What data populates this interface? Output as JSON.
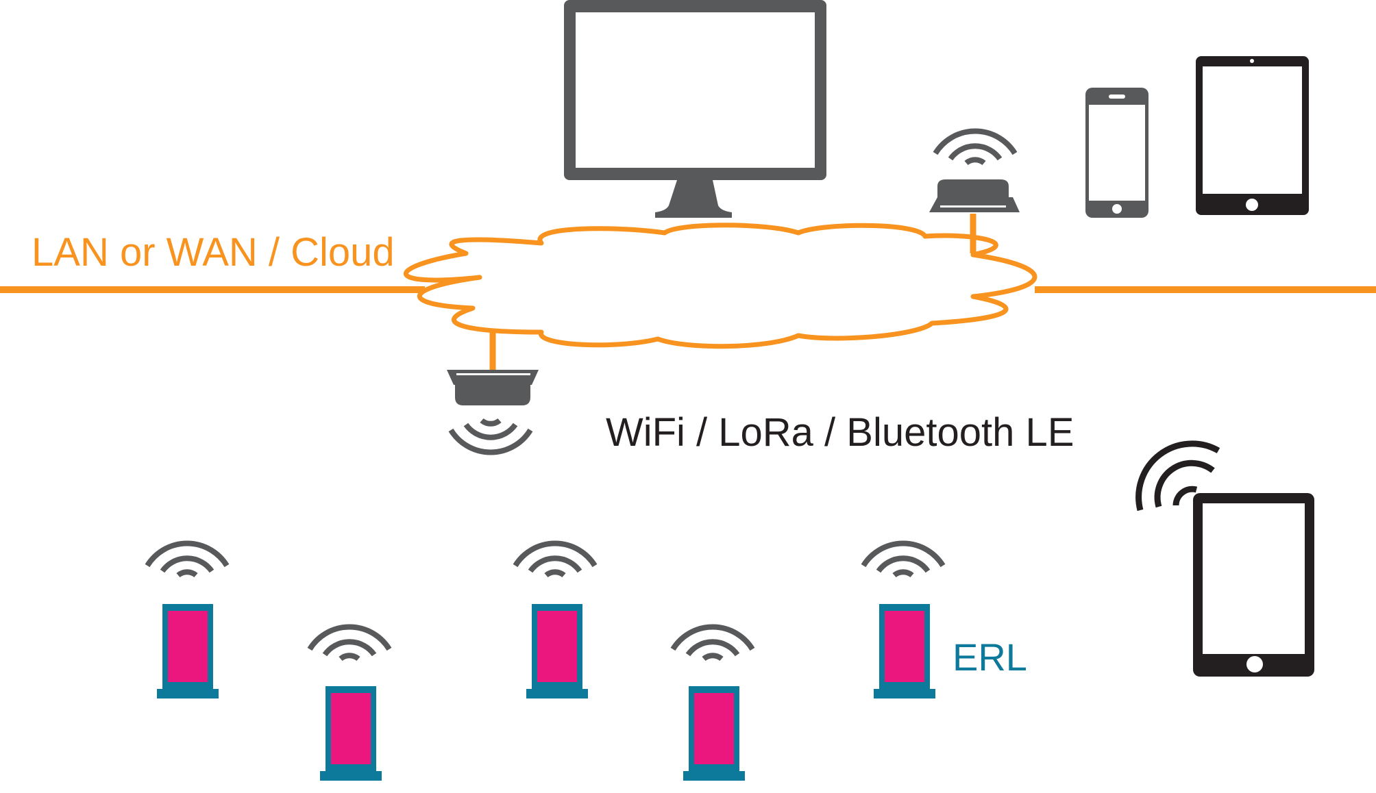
{
  "labels": {
    "network": "LAN or WAN / Cloud",
    "wireless": "WiFi / LoRa / Bluetooth LE",
    "device": "ERL"
  },
  "colors": {
    "network": "#F7931E",
    "device_dark": "#58595B",
    "device_black": "#231F20",
    "erl_frame": "#0E7A9B",
    "erl_screen": "#EC167F",
    "erl_label": "#0E7A9B"
  },
  "icons": [
    "monitor-icon",
    "smartphone-icon",
    "tablet-icon",
    "gateway-icon",
    "wifi-signal-icon",
    "electronic-retail-label-icon",
    "cloud-icon"
  ]
}
